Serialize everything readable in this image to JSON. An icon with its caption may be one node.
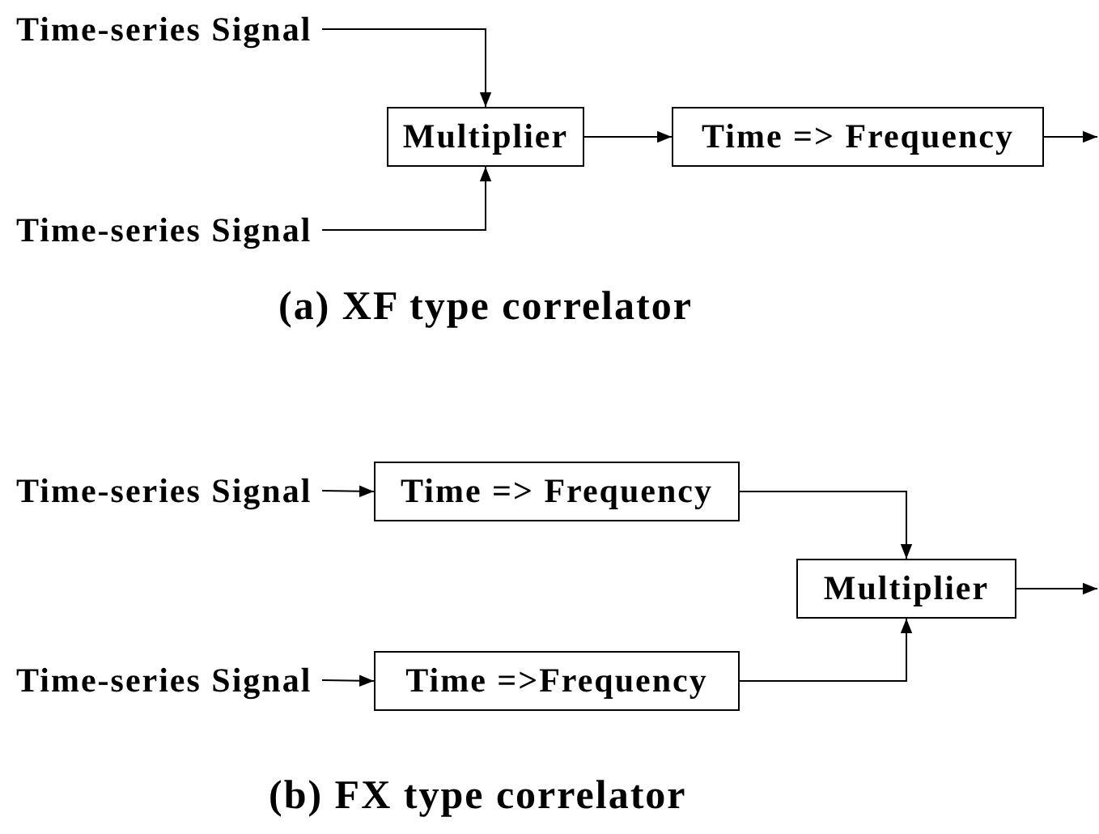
{
  "diagram": {
    "nodes": [
      {
        "text": [
          "Time-series Signal"
        ]
      },
      {
        "text": [
          "Multiplier"
        ]
      },
      {
        "text": [
          "Time => Frequency"
        ]
      },
      {
        "text": [
          "Time-series Signal"
        ]
      },
      {
        "text": [
          "Time-series Signal"
        ]
      },
      {
        "text": [
          "Time => Frequency"
        ]
      },
      {
        "text": [
          "Multiplier"
        ]
      },
      {
        "text": [
          "Time-series Signal"
        ]
      },
      {
        "text": [
          "Time =>Frequency"
        ]
      }
    ],
    "edges": [
      {
        "from": 0,
        "to": 1,
        "arrow": "to"
      },
      {
        "from": 3,
        "to": 1,
        "arrow": "to"
      },
      {
        "from": 1,
        "to": 2,
        "arrow": "to"
      },
      {
        "from": 2,
        "to": null,
        "arrow": "to"
      },
      {
        "from": 4,
        "to": 5,
        "arrow": "to"
      },
      {
        "from": 5,
        "to": 6,
        "arrow": "to"
      },
      {
        "from": 8,
        "to": 6,
        "arrow": "to"
      },
      {
        "from": 7,
        "to": 8,
        "arrow": "to"
      },
      {
        "from": 6,
        "to": null,
        "arrow": "to"
      }
    ],
    "labels": [
      "(a) XF type correlator",
      "(b) FX type correlator"
    ]
  }
}
